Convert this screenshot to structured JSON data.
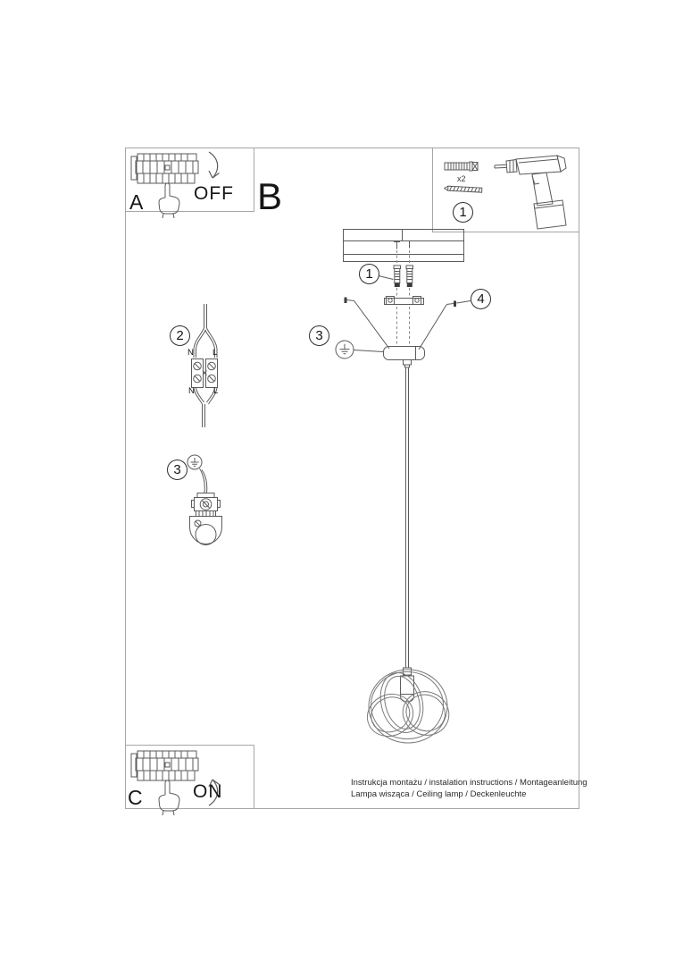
{
  "footer": {
    "line1": "Instrukcja montażu / instalation instructions / Montageanleitung",
    "line2": "Lampa wisząca / Ceiling lamp / Deckenleuchte"
  },
  "labels": {
    "step_a": "A",
    "step_b": "B",
    "step_c": "C",
    "off": "OFF",
    "on": "ON",
    "anchor_qty": "x2",
    "neutral": "N",
    "live": "L"
  },
  "callouts": {
    "c1": "1",
    "c2": "2",
    "c3": "3",
    "c4": "4"
  },
  "icons": {
    "fuse-box-icon": "circuit breaker panel",
    "pointing-hand-icon": "hand pressing breaker switch",
    "curved-arrow-down-icon": "switch off direction",
    "curved-arrow-up-icon": "switch on direction",
    "wall-plug-icon": "expansion anchor",
    "screw-icon": "mounting screw",
    "drill-icon": "power drill",
    "ceiling-section-icon": "ceiling cross-section with drilled holes",
    "mounting-bracket-icon": "ceiling mounting bracket",
    "canopy-icon": "ceiling canopy",
    "ground-symbol-icon": "protective earth symbol",
    "terminal-block-icon": "N/L terminal block",
    "ground-clamp-icon": "ground wire clamp",
    "pendant-lamp-icon": "decorative pendant lamp shade"
  },
  "colors": {
    "line": "#5b5b5b",
    "frame": "#a6a6a6",
    "dark_fill": "#3c3c3c",
    "text": "#161616"
  }
}
